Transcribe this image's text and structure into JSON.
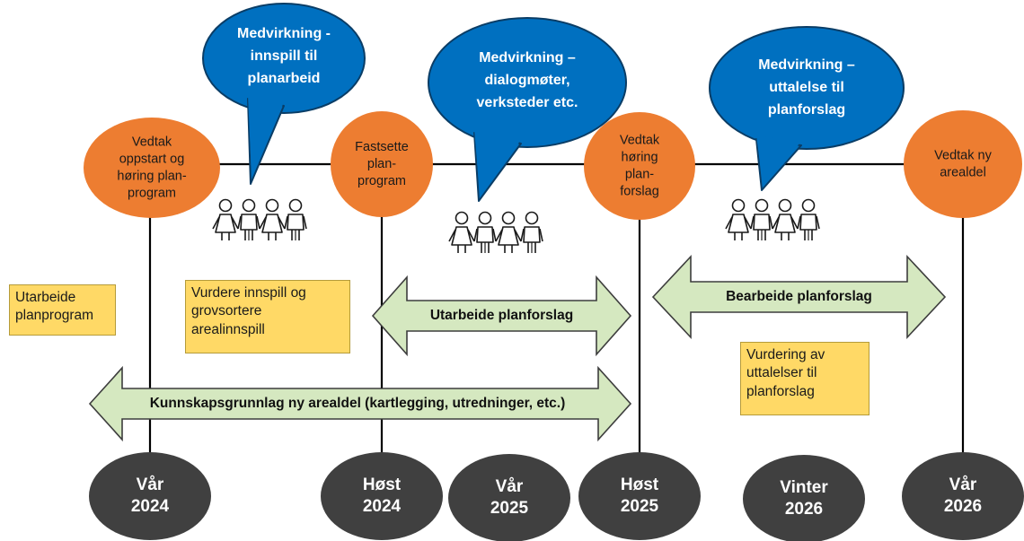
{
  "milestones": [
    {
      "lines": [
        "Vedtak",
        "oppstart og",
        "høring plan-",
        "program"
      ]
    },
    {
      "lines": [
        "Fastsette",
        "plan-",
        "program"
      ]
    },
    {
      "lines": [
        "Vedtak",
        "høring",
        "plan-",
        "forslag"
      ]
    },
    {
      "lines": [
        "Vedtak ny",
        "arealdel"
      ]
    }
  ],
  "bubbles": [
    {
      "lines": [
        "Medvirkning -",
        "innspill til",
        "planarbeid"
      ]
    },
    {
      "lines": [
        "Medvirkning –",
        "dialogmøter,",
        "verksteder etc."
      ]
    },
    {
      "lines": [
        "Medvirkning –",
        "uttalelse til",
        "planforslag"
      ]
    }
  ],
  "notes": [
    {
      "lines": [
        "Utarbeide",
        "planprogram"
      ]
    },
    {
      "lines": [
        "Vurdere innspill og",
        "grovsortere",
        "arealinnspill"
      ]
    },
    {
      "lines": [
        "Vurdering av",
        "uttalelser til",
        "planforslag"
      ]
    }
  ],
  "arrows": [
    {
      "label": "Utarbeide planforslag"
    },
    {
      "label": "Bearbeide planforslag"
    },
    {
      "label": "Kunnskapsgrunnlag  ny arealdel (kartlegging, utredninger, etc.)"
    }
  ],
  "periods": [
    {
      "lines": [
        "Vår",
        "2024"
      ]
    },
    {
      "lines": [
        "Høst",
        "2024"
      ]
    },
    {
      "lines": [
        "Vår",
        "2025"
      ]
    },
    {
      "lines": [
        "Høst",
        "2025"
      ]
    },
    {
      "lines": [
        "Vinter",
        "2026"
      ]
    },
    {
      "lines": [
        "Vår",
        "2026"
      ]
    }
  ],
  "colors": {
    "milestone": "#ED7D31",
    "bubble": "#0070C0",
    "note": "#FFD966",
    "arrow": "#D5E8C0",
    "period": "#404040",
    "line": "#000000"
  },
  "icons": [
    "people-group-icon",
    "people-group-icon",
    "people-group-icon"
  ]
}
